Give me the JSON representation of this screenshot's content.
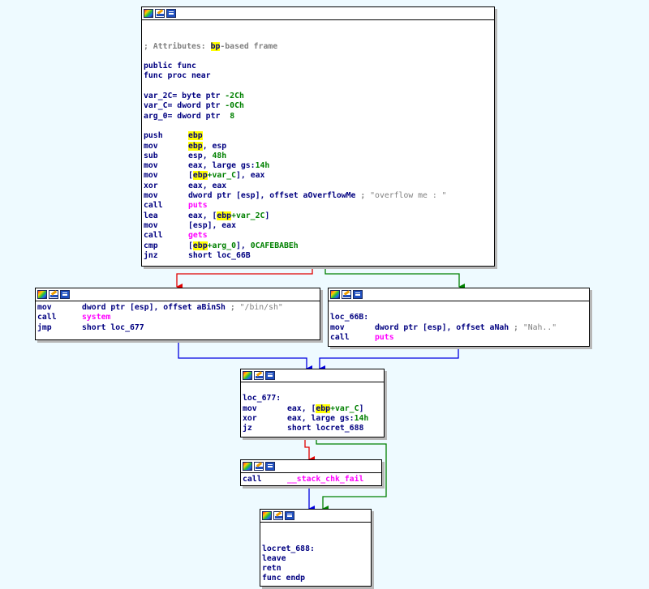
{
  "nodes": [
    {
      "id": "node-func-entry",
      "lines": [
        {
          "type": "blank"
        },
        {
          "type": "blank"
        },
        {
          "type": "attr",
          "prefix": "; Attributes: ",
          "reg": "bp",
          "suffix": "-based frame"
        },
        {
          "type": "blank"
        },
        {
          "type": "text",
          "text": "public func"
        },
        {
          "type": "text",
          "text": "func proc near"
        },
        {
          "type": "blank"
        },
        {
          "type": "var",
          "name": "var_2C",
          "decl": "= byte ptr ",
          "val": "-2Ch"
        },
        {
          "type": "var",
          "name": "var_C",
          "decl": "= dword ptr ",
          "val": "-0Ch"
        },
        {
          "type": "var",
          "name": "arg_0",
          "decl": "= dword ptr  ",
          "val": "8"
        },
        {
          "type": "blank"
        },
        {
          "type": "ins",
          "mn": "push",
          "ops": [
            {
              "k": "reg",
              "t": "ebp"
            }
          ]
        },
        {
          "type": "ins",
          "mn": "mov",
          "ops": [
            {
              "k": "reg",
              "t": "ebp"
            },
            {
              "k": "op",
              "t": ", esp"
            }
          ]
        },
        {
          "type": "ins",
          "mn": "sub",
          "ops": [
            {
              "k": "op",
              "t": "esp, "
            },
            {
              "k": "num",
              "t": "48h"
            }
          ]
        },
        {
          "type": "ins",
          "mn": "mov",
          "ops": [
            {
              "k": "op",
              "t": "eax, large gs:"
            },
            {
              "k": "num",
              "t": "14h"
            }
          ]
        },
        {
          "type": "ins",
          "mn": "mov",
          "ops": [
            {
              "k": "op",
              "t": "["
            },
            {
              "k": "reg",
              "t": "ebp"
            },
            {
              "k": "num",
              "t": "+var_C"
            },
            {
              "k": "op",
              "t": "], eax"
            }
          ]
        },
        {
          "type": "ins",
          "mn": "xor",
          "ops": [
            {
              "k": "op",
              "t": "eax, eax"
            }
          ]
        },
        {
          "type": "ins",
          "mn": "mov",
          "ops": [
            {
              "k": "op",
              "t": "dword ptr [esp], offset aOverflowMe"
            },
            {
              "k": "cm",
              "t": " ; "
            },
            {
              "k": "str",
              "t": "\"overflow me : \""
            }
          ]
        },
        {
          "type": "ins",
          "mn": "call",
          "ops": [
            {
              "k": "fn",
              "t": "puts"
            }
          ]
        },
        {
          "type": "ins",
          "mn": "lea",
          "ops": [
            {
              "k": "op",
              "t": "eax, ["
            },
            {
              "k": "reg",
              "t": "ebp"
            },
            {
              "k": "num",
              "t": "+var_2C"
            },
            {
              "k": "op",
              "t": "]"
            }
          ]
        },
        {
          "type": "ins",
          "mn": "mov",
          "ops": [
            {
              "k": "op",
              "t": "[esp], eax"
            }
          ]
        },
        {
          "type": "ins",
          "mn": "call",
          "ops": [
            {
              "k": "fn",
              "t": "gets"
            }
          ]
        },
        {
          "type": "ins",
          "mn": "cmp",
          "ops": [
            {
              "k": "op",
              "t": "["
            },
            {
              "k": "reg",
              "t": "ebp"
            },
            {
              "k": "num",
              "t": "+arg_0"
            },
            {
              "k": "op",
              "t": "], "
            },
            {
              "k": "num",
              "t": "0CAFEBABEh"
            }
          ]
        },
        {
          "type": "ins",
          "mn": "jnz",
          "ops": [
            {
              "k": "op",
              "t": "short loc_66B"
            }
          ]
        }
      ]
    },
    {
      "id": "node-call-system",
      "lines": [
        {
          "type": "ins",
          "mn": "mov",
          "ops": [
            {
              "k": "op",
              "t": "dword ptr [esp], offset aBinSh"
            },
            {
              "k": "cm",
              "t": " ; "
            },
            {
              "k": "str",
              "t": "\"/bin/sh\""
            }
          ]
        },
        {
          "type": "ins",
          "mn": "call",
          "ops": [
            {
              "k": "fn",
              "t": "system"
            }
          ]
        },
        {
          "type": "ins",
          "mn": "jmp",
          "ops": [
            {
              "k": "op",
              "t": "short loc_677"
            }
          ]
        }
      ]
    },
    {
      "id": "node-loc-66b",
      "lines": [
        {
          "type": "blank"
        },
        {
          "type": "label",
          "text": "loc_66B:"
        },
        {
          "type": "ins",
          "mn": "mov",
          "ops": [
            {
              "k": "op",
              "t": "dword ptr [esp], offset aNah"
            },
            {
              "k": "cm",
              "t": " ; "
            },
            {
              "k": "str",
              "t": "\"Nah..\""
            }
          ]
        },
        {
          "type": "ins",
          "mn": "call",
          "ops": [
            {
              "k": "fn",
              "t": "puts"
            }
          ]
        }
      ]
    },
    {
      "id": "node-loc-677",
      "lines": [
        {
          "type": "blank"
        },
        {
          "type": "label",
          "text": "loc_677:"
        },
        {
          "type": "ins",
          "mn": "mov",
          "ops": [
            {
              "k": "op",
              "t": "eax, ["
            },
            {
              "k": "reg",
              "t": "ebp"
            },
            {
              "k": "num",
              "t": "+var_C"
            },
            {
              "k": "op",
              "t": "]"
            }
          ]
        },
        {
          "type": "ins",
          "mn": "xor",
          "ops": [
            {
              "k": "op",
              "t": "eax, large gs:"
            },
            {
              "k": "num",
              "t": "14h"
            }
          ]
        },
        {
          "type": "ins",
          "mn": "jz",
          "ops": [
            {
              "k": "op",
              "t": "short locret_688"
            }
          ]
        }
      ]
    },
    {
      "id": "node-stack-chk",
      "lines": [
        {
          "type": "ins",
          "mn": "call",
          "ops": [
            {
              "k": "fn",
              "t": "__stack_chk_fail"
            }
          ]
        }
      ]
    },
    {
      "id": "node-locret-688",
      "lines": [
        {
          "type": "blank"
        },
        {
          "type": "blank"
        },
        {
          "type": "label",
          "text": "locret_688:"
        },
        {
          "type": "label",
          "text": "leave"
        },
        {
          "type": "label",
          "text": "retn"
        },
        {
          "type": "label",
          "text": "func endp"
        }
      ]
    }
  ],
  "colors": {
    "background": "#eefaff",
    "edge_true": "#008000",
    "edge_false": "#e00000",
    "edge_unconditional": "#0000e0",
    "highlight": "#ffff00",
    "mnemonic": "#000080",
    "function": "#ff00ff",
    "number": "#008000",
    "comment": "#808080"
  },
  "icons": [
    "graph-view-icon",
    "edit-icon",
    "list-view-icon"
  ]
}
